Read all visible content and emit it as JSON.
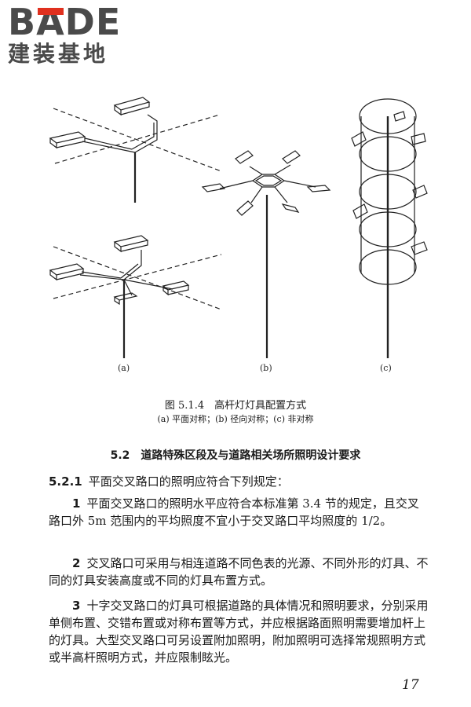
{
  "logo": {
    "letter_b": "B",
    "letter_a": "A",
    "letters_de": "DE",
    "subtitle": "建装基地"
  },
  "figure": {
    "panel_labels": [
      "(a)",
      "(b)",
      "(c)"
    ],
    "caption": "图 5.1.4　高杆灯灯具配置方式",
    "subcaption": "(a) 平面对称；(b) 径向对称；(c) 非对称"
  },
  "section": {
    "number": "5.2",
    "title": "道路特殊区段及与道路相关场所照明设计要求"
  },
  "clause": {
    "number": "5.2.1",
    "text": "平面交叉路口的照明应符合下列规定："
  },
  "items": [
    {
      "number": "1",
      "text": "平面交叉路口的照明水平应符合本标准第 3.4 节的规定，且交叉路口外 5m 范围内的平均照度不宜小于交叉路口平均照度的 1/2。"
    },
    {
      "number": "2",
      "text": "交叉路口可采用与相连道路不同色表的光源、不同外形的灯具、不同的灯具安装高度或不同的灯具布置方式。"
    },
    {
      "number": "3",
      "text": "十字交叉路口的灯具可根据道路的具体情况和照明要求，分别采用单侧布置、交错布置或对称布置等方式，并应根据路面照明需要增加杆上的灯具。大型交叉路口可另设置附加照明，附加照明可选择常规照明方式或半高杆照明方式，并应限制眩光。"
    }
  ],
  "page_number": "17"
}
